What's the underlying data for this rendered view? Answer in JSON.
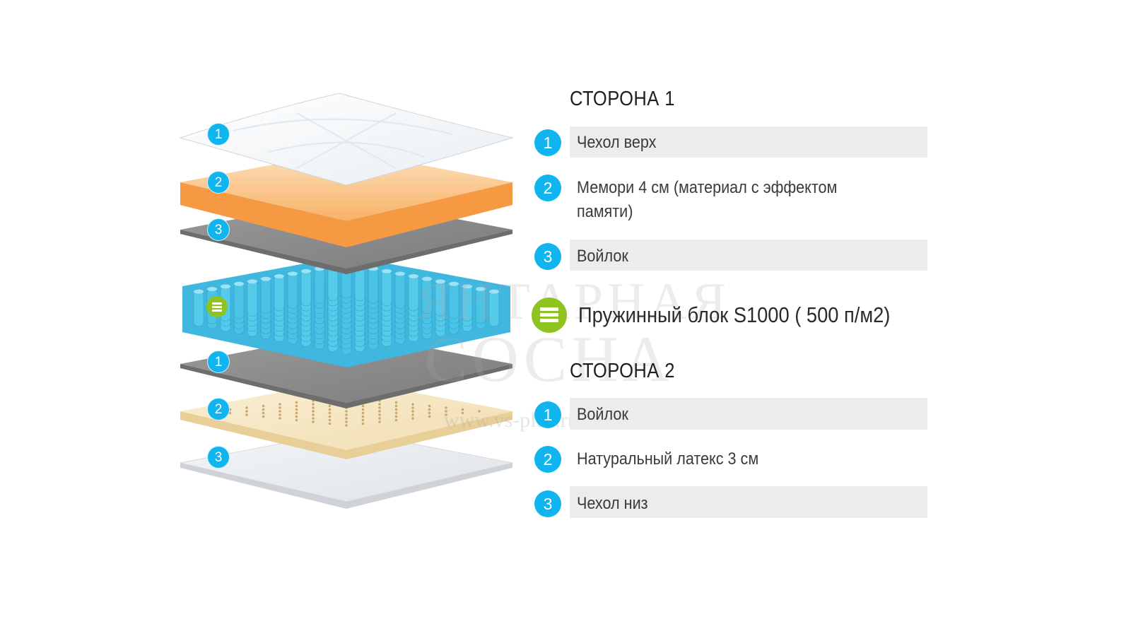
{
  "side1": {
    "heading": "СТОРОНА 1",
    "layers": [
      {
        "num": "1",
        "label": "Чехол верх"
      },
      {
        "num": "2",
        "label_line1": "Мемори 4 см (материал с эффектом",
        "label_line2": "памяти)"
      },
      {
        "num": "3",
        "label": "Войлок"
      }
    ]
  },
  "spring_block": {
    "label": "Пружинный блок S1000 ( 500 п/м2)",
    "icon": "spring-block-icon"
  },
  "side2": {
    "heading": "СТОРОНА 2",
    "layers": [
      {
        "num": "1",
        "label": "Войлок"
      },
      {
        "num": "2",
        "label": "Натуральный латекс 3 см"
      },
      {
        "num": "3",
        "label": "Чехол низ"
      }
    ]
  },
  "watermark": {
    "line1": "ЯНТАРНАЯ",
    "line2": "СОСНА",
    "url": "www.vs-plus.ru"
  },
  "colors": {
    "badge_blue": "#10b4ee",
    "spring_green": "#8fc31f",
    "memory_orange": "#f7b267",
    "felt_gray": "#8c8c8c",
    "spring_cyan": "#4fc8e8",
    "latex_cream": "#f5e4bd",
    "row_gray": "#ececec"
  }
}
